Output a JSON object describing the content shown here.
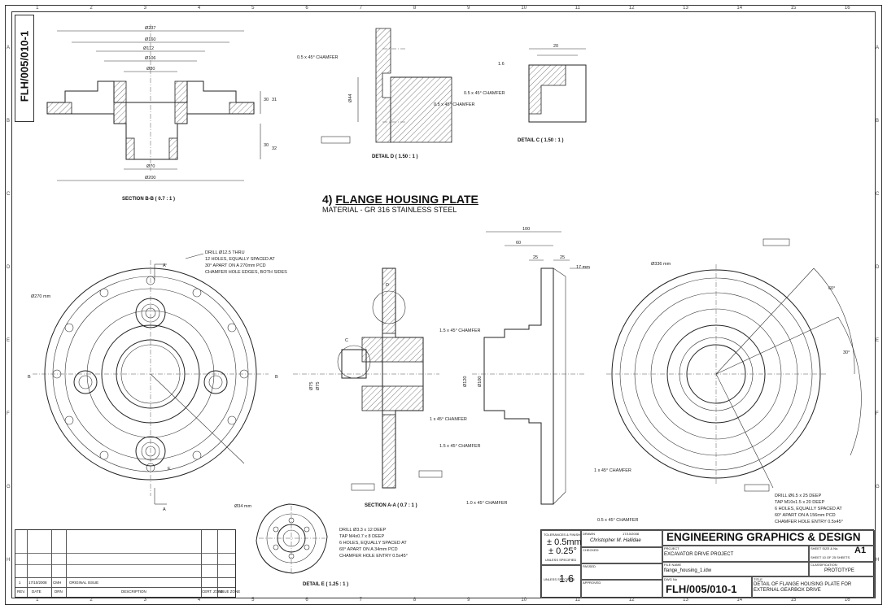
{
  "sheet": {
    "drawing_number_vertical": "FLH/005/010-1",
    "zone_numbers": [
      "1",
      "2",
      "3",
      "4",
      "5",
      "6",
      "7",
      "8",
      "9",
      "10",
      "11",
      "12",
      "13",
      "14",
      "15",
      "16"
    ],
    "zone_letters": [
      "A",
      "B",
      "C",
      "D",
      "E",
      "F",
      "G",
      "H"
    ]
  },
  "title": {
    "main_prefix": "4) ",
    "main_underlined": "FLANGE HOUSING PLATE",
    "material": "MATERIAL - GR 316 STAINLESS STEEL"
  },
  "views": {
    "section_bb": {
      "caption": "SECTION B-B ( 0.7 : 1 )",
      "dims": [
        "Ø237",
        "Ø160",
        "Ø112",
        "Ø106",
        "Ø80",
        "Ø70",
        "Ø200",
        "30",
        "30",
        "31",
        "32"
      ]
    },
    "detail_d": {
      "caption": "DETAIL D ( 1.50 : 1 )",
      "notes": [
        "0.5 x 45° CHAMFER",
        "0.5 x 45° CHAMFER",
        "Ø44"
      ]
    },
    "detail_c": {
      "caption": "DETAIL C ( 1.50 : 1 )",
      "notes": [
        "0.5 x 45° CHAMFER",
        "1.6",
        "20"
      ]
    },
    "front_view": {
      "drill_note": [
        "DRILL Ø12.5 THRU",
        "12 HOLES, EQUALLY SPACED AT",
        "30° APART ON A 270mm PCD",
        "CHAMFER HOLE EDGES, BOTH SIDES"
      ],
      "dia": "Ø270 mm",
      "labels": [
        "A",
        "A",
        "B",
        "B",
        "E"
      ]
    },
    "section_aa": {
      "caption": "SECTION A-A ( 0.7 : 1 )",
      "notes": [
        "1 x 45° CHAMFER"
      ],
      "labels": [
        "C",
        "D"
      ],
      "dims": [
        "Ø75",
        "Ø75"
      ]
    },
    "side_view": {
      "dims": [
        "100",
        "60",
        "25",
        "25",
        "17 mm",
        "Ø120",
        "Ø100"
      ],
      "notes": [
        "1.5 x 45° CHAMFER",
        "1.5 x 45° CHAMFER",
        "1 x 45° CHAMFER",
        "1.0 x 45° CHAMFER",
        "0.5 x 45° CHAMFER"
      ]
    },
    "right_view": {
      "dia": "Ø336 mm",
      "angles": [
        "60°",
        "30°"
      ],
      "note": [
        "DRILL Ø6.5 x 25 DEEP",
        "TAP M10x1.5 x 20 DEEP",
        "6 HOLES, EQUALLY SPACED AT",
        "60° APART ON A 156mm PCD",
        "CHAMFER HOLE ENTRY 0.5x45°"
      ]
    },
    "detail_e": {
      "caption": "DETAIL E ( 1.25 : 1 )",
      "dia": "Ø34 mm",
      "note": [
        "DRILL Ø3.3 x 12 DEEP",
        "TAP M4x0.7 x 8 DEEP",
        "6 HOLES, EQUALLY SPACED AT",
        "60° APART ON A 34mm PCD",
        "CHAMFER HOLE ENTRY 0.5x45°"
      ]
    }
  },
  "title_block": {
    "tolerances_label": "TOLERANCES & FINISH",
    "tol_linear": "± 0.5mm",
    "tol_angular": "± 0.25°",
    "unless_specified": "UNLESS SPECIFIED",
    "finish_value": "1.6",
    "unless_specified_2": "UNLESS SPECIFIED",
    "drawn_label": "DRAWN",
    "drawn_date": "17/10/2008",
    "drawn_by": "Christopher M. Hallidae",
    "checked_label": "CHECKED",
    "passed_label": "PASSED",
    "approved_label": "APPROVED",
    "company": "ENGINEERING GRAPHICS & DESIGN",
    "project_label": "PROJECT",
    "project": "EXCAVATOR DRIVE PROJECT",
    "file_label": "FILE NAME",
    "file_name": "flange_housing_1.idw",
    "dwg_label": "DWG No",
    "dwg_no": "FLH/005/010-1",
    "sheet_size_label": "SHEET SIZE & No.",
    "sheet_size": "A1",
    "sheet_of": "SHEET 10 OF 25 SHEETS",
    "classification_label": "CLASSIFICATION",
    "classification": "PROTOTYPE",
    "title_label": "TITLE",
    "title_text": "DETAIL OF FLANGE HOUSING PLATE FOR EXTERNAL GEARBOX DRIVE"
  },
  "revision_table": {
    "row": [
      "1",
      "17/10/2008",
      "CMH",
      "ORIGINAL ISSUE"
    ],
    "headers": [
      "REV.",
      "DATE",
      "DRN",
      "DESCRIPTION",
      "CERT. ZONE",
      "ISSUE ZONE"
    ]
  }
}
